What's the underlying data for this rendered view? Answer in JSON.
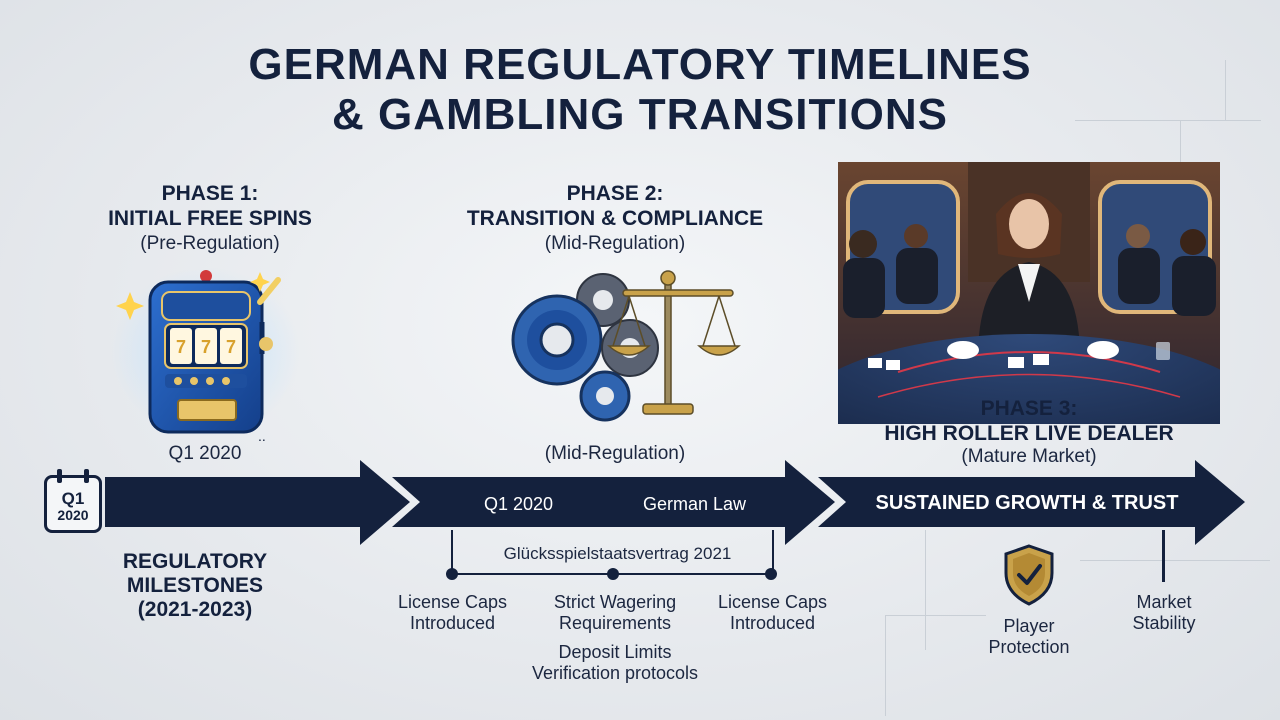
{
  "title": {
    "line1": "GERMAN REGULATORY TIMELINES",
    "line2": "& GAMBLING TRANSITIONS"
  },
  "phase1": {
    "heading_line1": "PHASE 1:",
    "heading_line2": "INITIAL FREE SPINS",
    "subtitle": "(Pre-Regulation)",
    "date": "Q1 2020",
    "icon": "slot-machine-icon"
  },
  "phase2": {
    "heading_line1": "PHASE 2:",
    "heading_line2": "TRANSITION & COMPLIANCE",
    "subtitle": "(Mid-Regulation)",
    "caption": "(Mid-Regulation)",
    "icon": "gears-and-scales-icon"
  },
  "phase3": {
    "heading_line1": "PHASE 3:",
    "heading_line2": "HIGH ROLLER LIVE DEALER",
    "subtitle": "(Mature Market)",
    "image": "live-dealer-photo"
  },
  "calendar": {
    "line1": "Q1",
    "line2": "2020"
  },
  "arrows": {
    "seg2_left": "Q1 2020",
    "seg2_right": "German Law",
    "seg3": "SUSTAINED GROWTH & TRUST"
  },
  "milestones_label": {
    "line1": "REGULATORY",
    "line2": "MILESTONES",
    "line3": "(2021-2023)"
  },
  "law": {
    "name": "Glücksspielstaatsvertrag 2021",
    "points": [
      {
        "line1": "License Caps",
        "line2": "Introduced"
      },
      {
        "line1": "Strict Wagering",
        "line2": "Requirements"
      },
      {
        "line1": "License Caps",
        "line2": "Introduced"
      }
    ],
    "extra": {
      "line1": "Deposit Limits",
      "line2": "Verification protocols"
    }
  },
  "outcomes": {
    "protection": {
      "line1": "Player",
      "line2": "Protection",
      "icon": "shield-check-icon"
    },
    "stability": {
      "line1": "Market",
      "line2": "Stability"
    }
  },
  "colors": {
    "navy": "#14213d",
    "gold": "#c9a24a",
    "blue": "#2563b8"
  }
}
